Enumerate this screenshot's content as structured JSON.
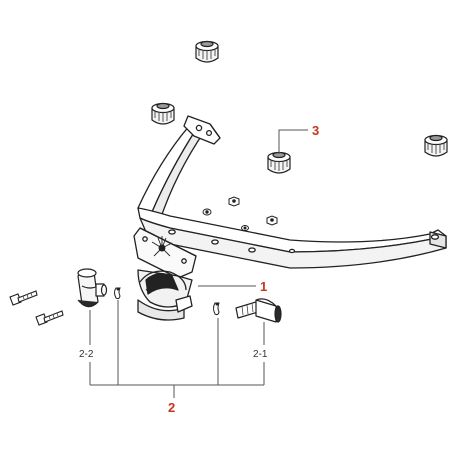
{
  "callouts": {
    "c1": "1",
    "c2": "2",
    "c3": "3",
    "c2_1": "2-1",
    "c2_2": "2-2"
  },
  "colors": {
    "callout_red": "#c8341e",
    "line_dark": "#222222",
    "line_gray": "#555555",
    "part_fill": "#ffffff",
    "shade": "#bdbdbd"
  }
}
